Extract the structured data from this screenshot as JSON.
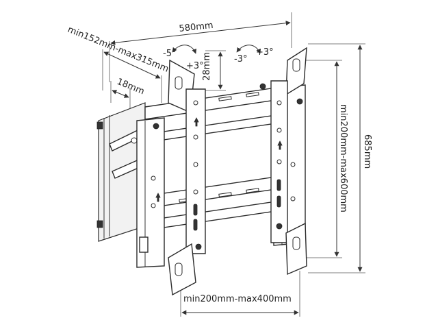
{
  "dimensions": {
    "width_total": "580mm",
    "height_total": "685mm",
    "hole_vertical": "min200mm-max600mm",
    "hole_horizontal": "min200mm-max400mm",
    "depth_range": "min152mm-max315mm",
    "depth_small": "18mm",
    "pop_out": "28mm"
  },
  "tilt": {
    "left_minus": "-5°",
    "left_plus": "+3°",
    "right_minus": "-3°",
    "right_plus": "+3°"
  },
  "colors": {
    "line": "#333333",
    "part_fill": "#ffffff",
    "accent_fill": "#f2f2f2"
  }
}
